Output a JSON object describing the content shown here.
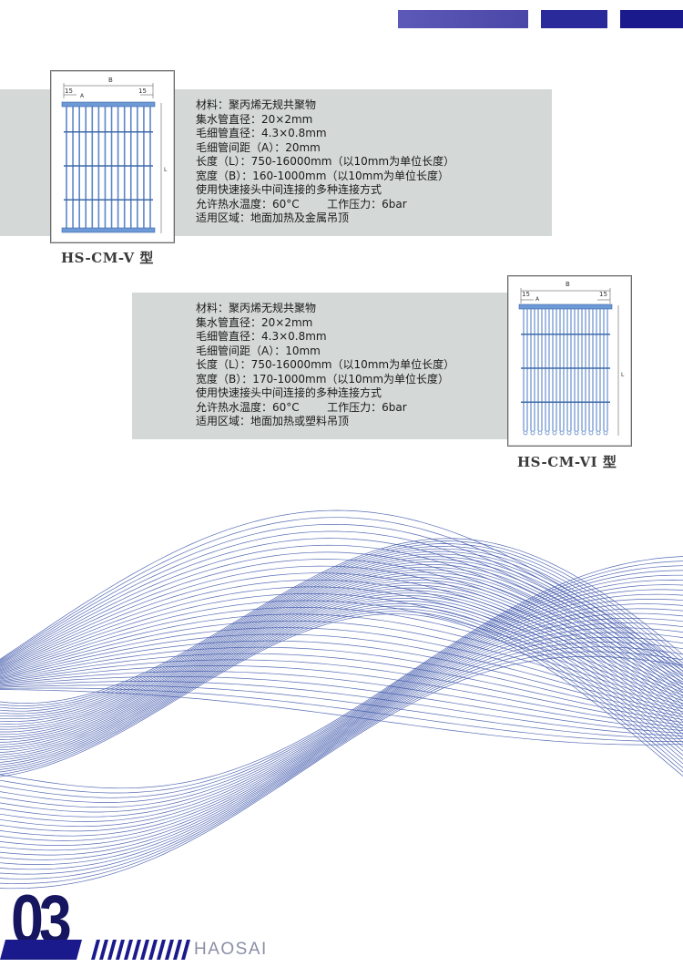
{
  "products": [
    {
      "model": "HS-CM-V 型",
      "specs": [
        "材料：聚丙烯无规共聚物",
        "集水管直径：20×2mm",
        "毛细管直径：4.3×0.8mm",
        "毛细管间距（A）：20mm",
        "长度（L）：750-16000mm（以10mm为单位长度）",
        "宽度（B）：160-1000mm（以10mm为单位长度）",
        "使用快速接头中间连接的多种连接方式",
        "允许热水温度：60°C        工作压力：6bar",
        "适用区域：地面加热及金属吊顶"
      ],
      "diagram": {
        "label_b": "B",
        "label_left": "15",
        "label_right": "15",
        "label_a": "A",
        "label_l": "L",
        "tube_count": 14
      }
    },
    {
      "model": "HS-CM-VI 型",
      "specs": [
        "材料：聚丙烯无规共聚物",
        "集水管直径：20×2mm",
        "毛细管直径：4.3×0.8mm",
        "毛细管间距（A）：10mm",
        "长度（L）：750-16000mm（以10mm为单位长度）",
        "宽度（B）：170-1000mm（以10mm为单位长度）",
        "使用快速接头中间连接的多种连接方式",
        "允许热水温度：60°C        工作压力：6bar",
        "适用区域：地面加热或塑料吊顶"
      ],
      "diagram": {
        "label_b": "B",
        "label_left": "15",
        "label_right": "15",
        "label_a": "A",
        "label_l": "L",
        "tube_count": 24
      }
    }
  ],
  "footer": {
    "page_number": "03",
    "brand": "HAOSAI"
  },
  "colors": {
    "accent": "#1a1a8c",
    "bar_light": "#5d59b8",
    "band": "#d4d9d8",
    "wave": "#3a52a8",
    "tube": "#5b86c9"
  }
}
